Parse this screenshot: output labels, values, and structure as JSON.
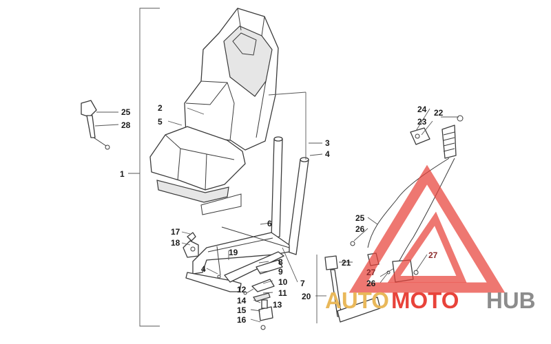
{
  "callouts": [
    {
      "id": "c25a",
      "text": "25"
    },
    {
      "id": "c28",
      "text": "28"
    },
    {
      "id": "c2",
      "text": "2"
    },
    {
      "id": "c5",
      "text": "5"
    },
    {
      "id": "c1",
      "text": "1"
    },
    {
      "id": "c3",
      "text": "3"
    },
    {
      "id": "c4a",
      "text": "4"
    },
    {
      "id": "c24",
      "text": "24"
    },
    {
      "id": "c22",
      "text": "22"
    },
    {
      "id": "c23",
      "text": "23"
    },
    {
      "id": "c17",
      "text": "17"
    },
    {
      "id": "c18",
      "text": "18"
    },
    {
      "id": "c6",
      "text": "6"
    },
    {
      "id": "c19",
      "text": "19"
    },
    {
      "id": "c4b",
      "text": "4"
    },
    {
      "id": "c8",
      "text": "8"
    },
    {
      "id": "c9",
      "text": "9"
    },
    {
      "id": "c10",
      "text": "10"
    },
    {
      "id": "c7",
      "text": "7"
    },
    {
      "id": "c12",
      "text": "12"
    },
    {
      "id": "c11",
      "text": "11"
    },
    {
      "id": "c14",
      "text": "14"
    },
    {
      "id": "c13",
      "text": "13"
    },
    {
      "id": "c15",
      "text": "15"
    },
    {
      "id": "c16",
      "text": "16"
    },
    {
      "id": "c20",
      "text": "20"
    },
    {
      "id": "c21",
      "text": "21"
    },
    {
      "id": "c25b",
      "text": "25"
    },
    {
      "id": "c26a",
      "text": "26"
    },
    {
      "id": "c27a",
      "text": "27"
    },
    {
      "id": "c26b",
      "text": "26"
    },
    {
      "id": "c27b",
      "text": "27"
    }
  ],
  "watermark": {
    "part1": "AUTO",
    "part2": "MOTO",
    "part3": "HUB",
    "colors": {
      "triangle": "#e8433a",
      "auto": "#e9b85a",
      "moto": "#e8433a",
      "hub": "#8c8c8c"
    }
  }
}
